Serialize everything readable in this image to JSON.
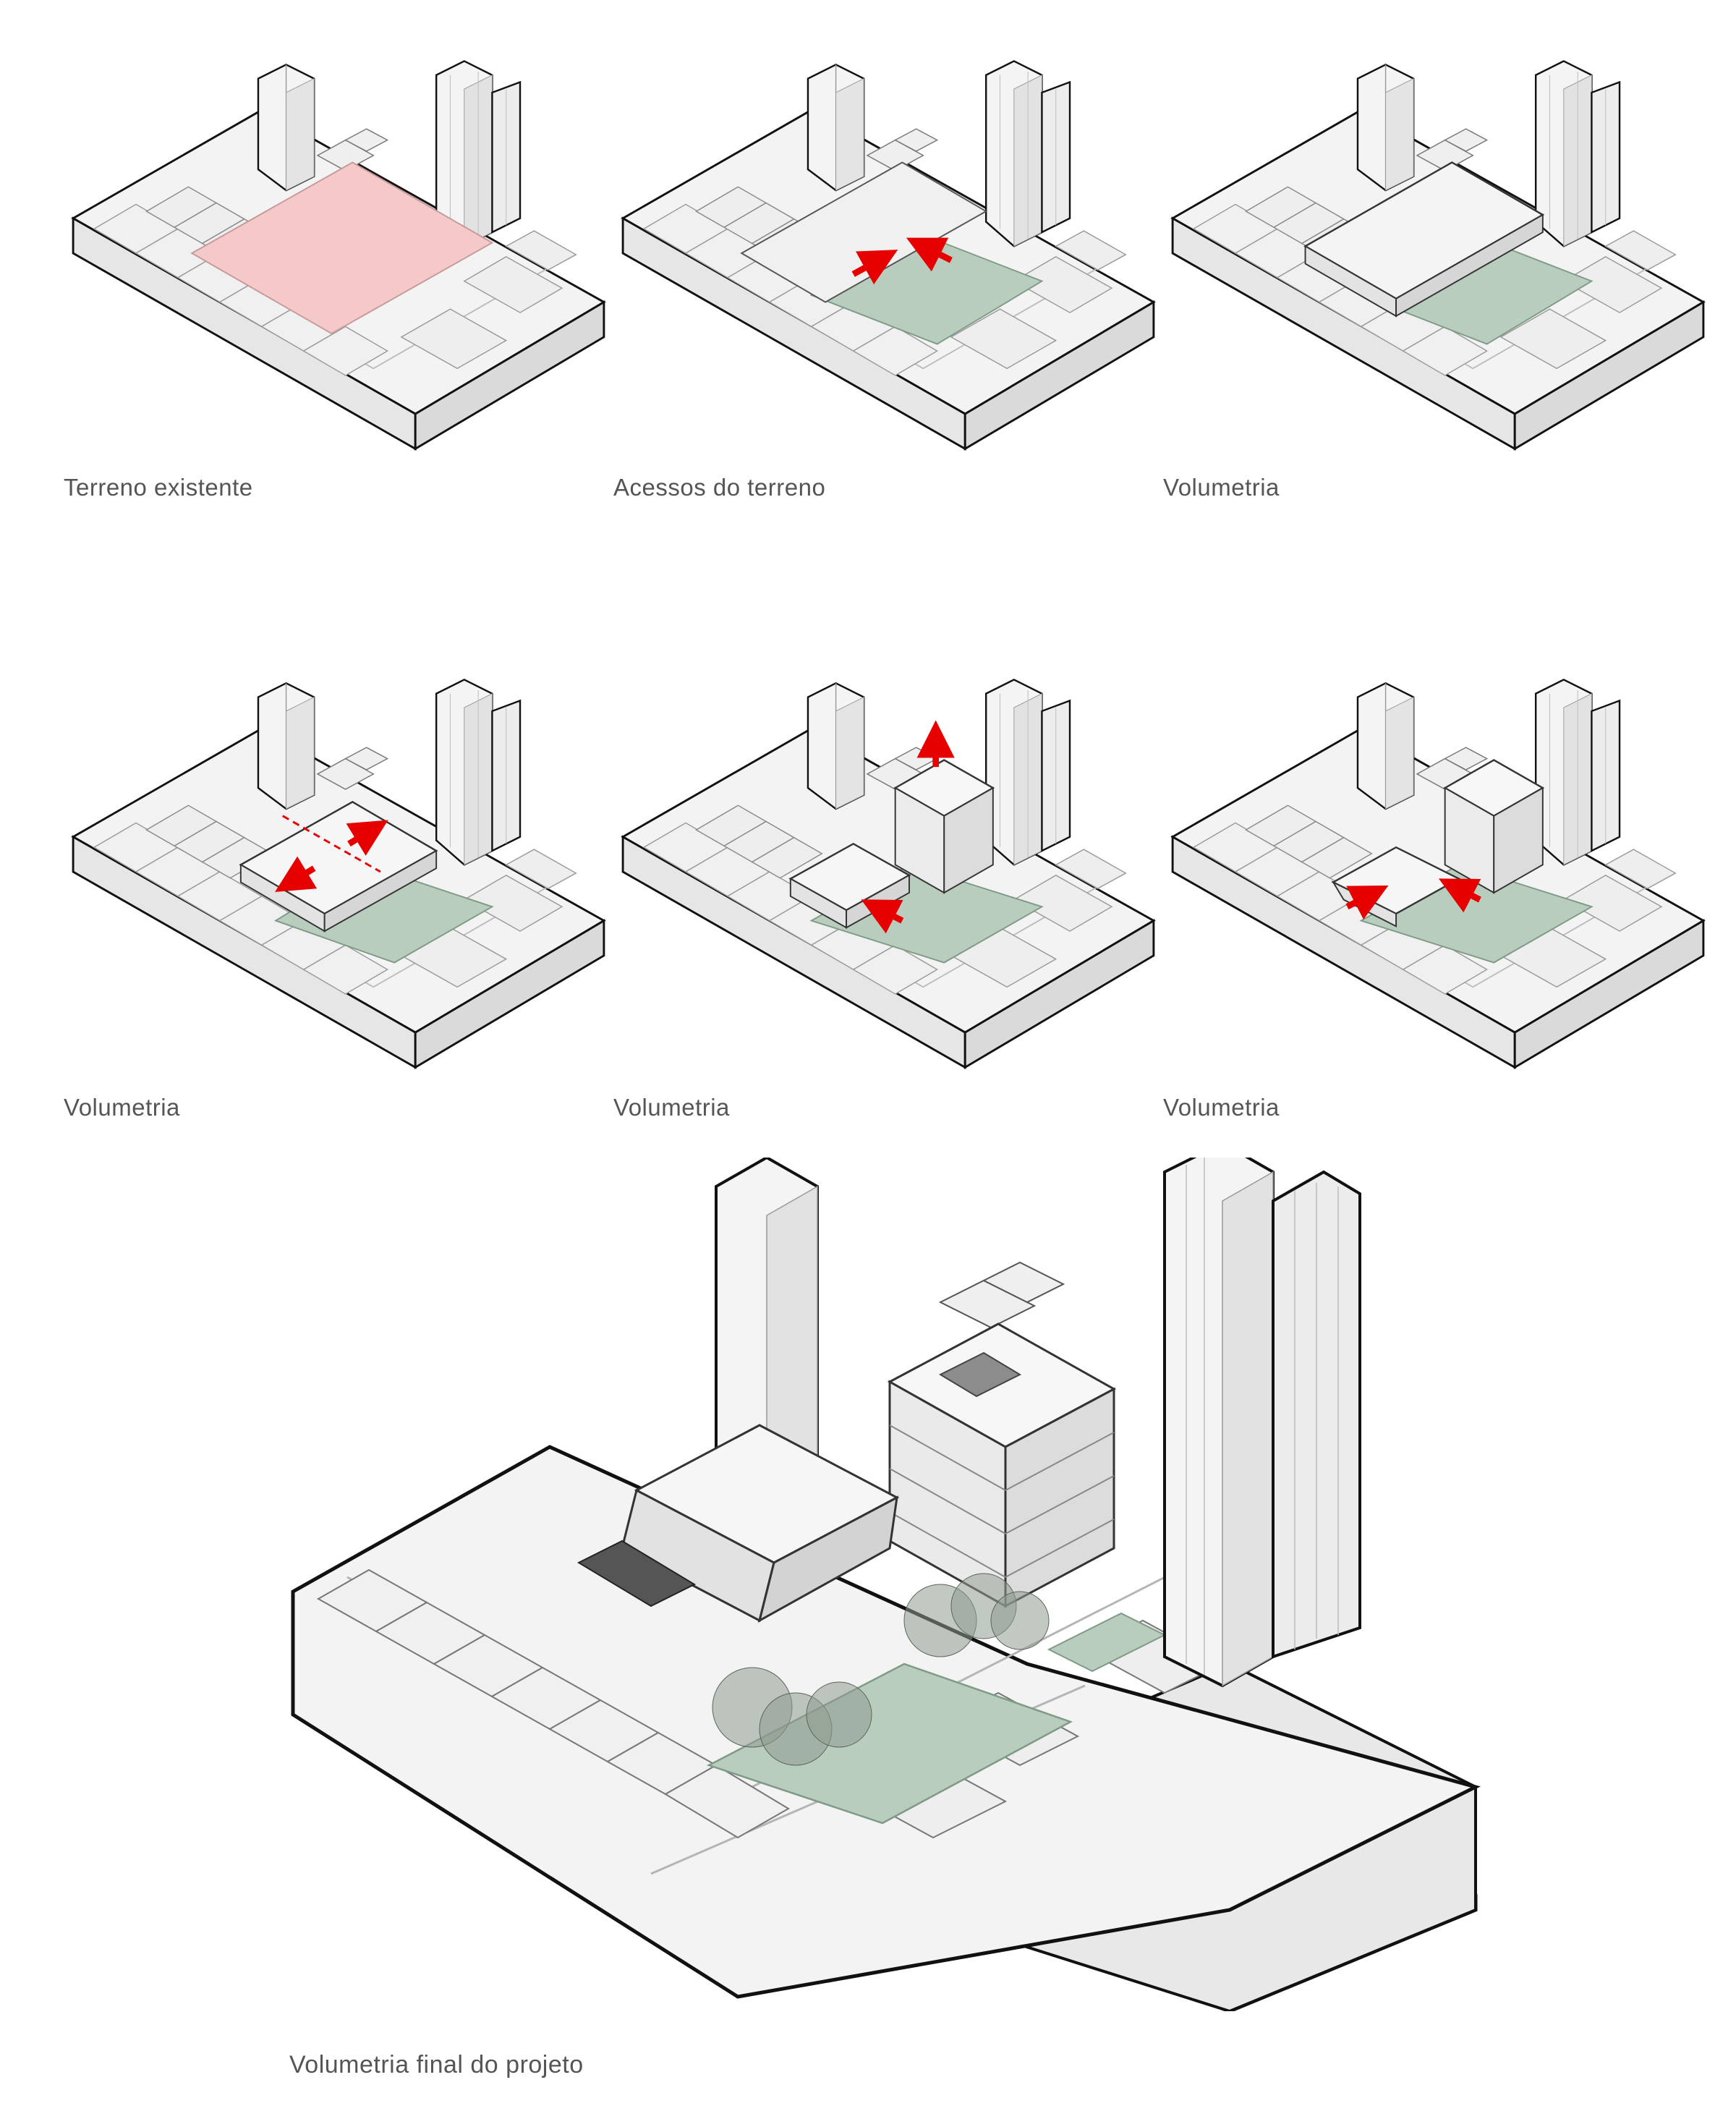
{
  "colors": {
    "site_highlight": "#f6c9c9",
    "green_space": "#b9cdbf",
    "block_fill": "#f1f1f1",
    "block_side": "#e2e2e2",
    "outline": "#111111",
    "arrow": "#e60000"
  },
  "steps": [
    {
      "caption": "Terreno existente"
    },
    {
      "caption": "Acessos do terreno"
    },
    {
      "caption": "Volumetria"
    },
    {
      "caption": "Volumetria"
    },
    {
      "caption": "Volumetria"
    },
    {
      "caption": "Volumetria"
    }
  ],
  "final": {
    "caption": "Volumetria final do projeto"
  }
}
